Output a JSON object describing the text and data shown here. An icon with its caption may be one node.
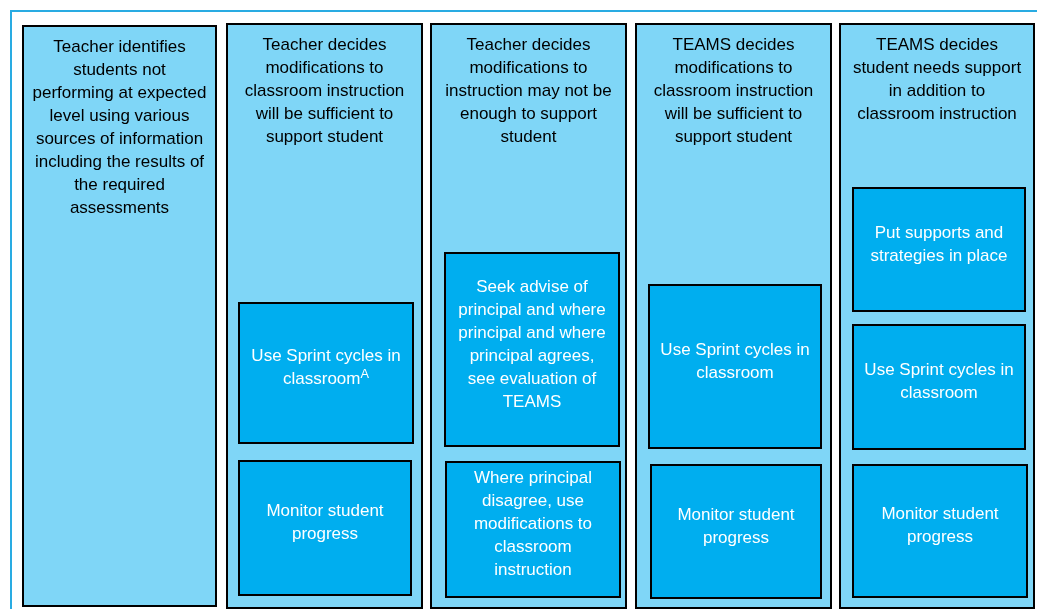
{
  "diagram": {
    "nodes": [
      {
        "text": [
          "Teacher identifies students not performing at expected level using various sources of information including the results of the required assessments"
        ]
      },
      {
        "text": [
          "Teacher decides modifications to classroom instruction will be sufficient to support student"
        ]
      },
      {
        "text": [
          "Use Sprint cycles in classroom$^{A}$"
        ],
        "in": 1
      },
      {
        "text": [
          "Monitor student progress"
        ],
        "in": 1
      },
      {
        "text": [
          "Teacher decides modifications to instruction may not be enough to support student"
        ]
      },
      {
        "text": [
          "Seek advise of principal and where principal and where principal agrees, see evaluation of TEAMS"
        ],
        "in": 4
      },
      {
        "text": [
          "Where principal disagree, use modifications to classroom instruction"
        ],
        "in": 4
      },
      {
        "text": [
          "TEAMS decides modifications to classroom instruction will be sufficient to support student"
        ]
      },
      {
        "text": [
          "Use Sprint cycles in classroom"
        ],
        "in": 7
      },
      {
        "text": [
          "Monitor student progress"
        ],
        "in": 7
      },
      {
        "text": [
          "TEAMS decides student needs support in addition to classroom instruction"
        ]
      },
      {
        "text": [
          "Put supports and strategies in place"
        ],
        "in": 10
      },
      {
        "text": [
          "Use Sprint cycles in classroom"
        ],
        "in": 10
      },
      {
        "text": [
          "Monitor student progress"
        ],
        "in": 10
      }
    ]
  }
}
